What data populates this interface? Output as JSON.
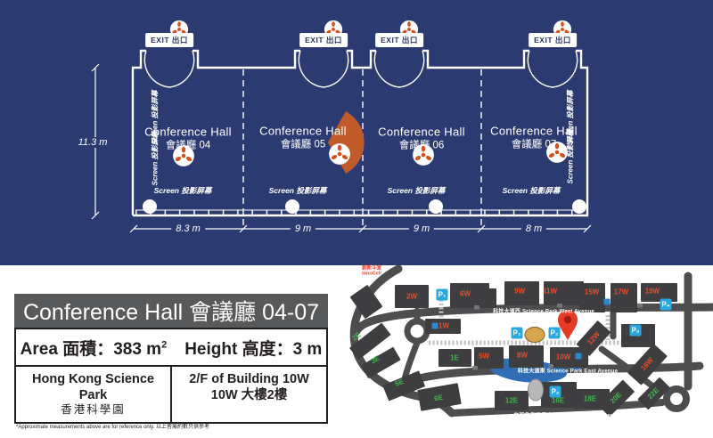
{
  "floor_plan": {
    "exit_label": "EXIT 出口",
    "screen_label": "Screen 投影屏幕",
    "height_dim": "11.3 m",
    "halls": [
      {
        "line1": "Conference Hall",
        "line2": "會議廳 04",
        "width": "8.3 m"
      },
      {
        "line1": "Conference Hall",
        "line2": "會議廳 05",
        "width": "9 m"
      },
      {
        "line1": "Conference Hall",
        "line2": "會議廳 06",
        "width": "9 m"
      },
      {
        "line1": "Conference Hall",
        "line2": "會議廳 07",
        "width": "8 m"
      }
    ]
  },
  "info_card": {
    "title": "Conference Hall 會議廳 04-07",
    "area_text": "Area 面積：383 m",
    "area_sup": "2",
    "height_text": "Height 高度：3 m",
    "venue_en": "Hong Kong Science Park",
    "venue_zh": "香港科學園",
    "location_en": "2/F of Building 10W",
    "location_zh": "10W 大樓2樓",
    "footnote": "*Approximate measurements above are for reference only. 以上皆屬約數只供參考"
  },
  "map": {
    "roads": {
      "west": "科技大道西 Science Park West Avenue",
      "east": "科技大道東 Science Park East Avenue",
      "promenade": "白石角海濱長廊 Pak Shek Kok Promenade"
    },
    "innocell_zh": "創新斗室",
    "innocell_en": "InnoCell",
    "w": {
      "w1": "1W",
      "w2": "2W",
      "w5": "5W",
      "w6": "6W",
      "w8": "8W",
      "w9": "9W",
      "w10": "10W",
      "w11": "11W",
      "w12": "12W",
      "w15": "15W",
      "w16": "16W",
      "w17": "17W",
      "w19": "19W"
    },
    "e": {
      "e1": "1E",
      "e2": "2E",
      "e3": "3E",
      "e5": "5E",
      "e6": "6E",
      "e12": "12E",
      "e16": "16E",
      "e18": "18E",
      "e20": "20E",
      "e22": "22E"
    },
    "p": {
      "p1": "P₁",
      "p2": "P₂",
      "p3": "P₃",
      "p4": "P₄"
    }
  },
  "colors": {
    "navy_background": "#2c3a72",
    "plan_lines": "#ffffff",
    "orange_marker": "#d84f1c",
    "orange_wedge": "#c05a28",
    "card_header_gray": "#58595b",
    "map_road": "#4d4d4f",
    "map_building": "#3e3e40",
    "label_red": "#f04a23",
    "label_green": "#41b54d",
    "parking_blue": "#29a8e0",
    "water_blue": "#2f6db5",
    "pin_red": "#e63a24",
    "egg_gold": "#d8a54c"
  }
}
